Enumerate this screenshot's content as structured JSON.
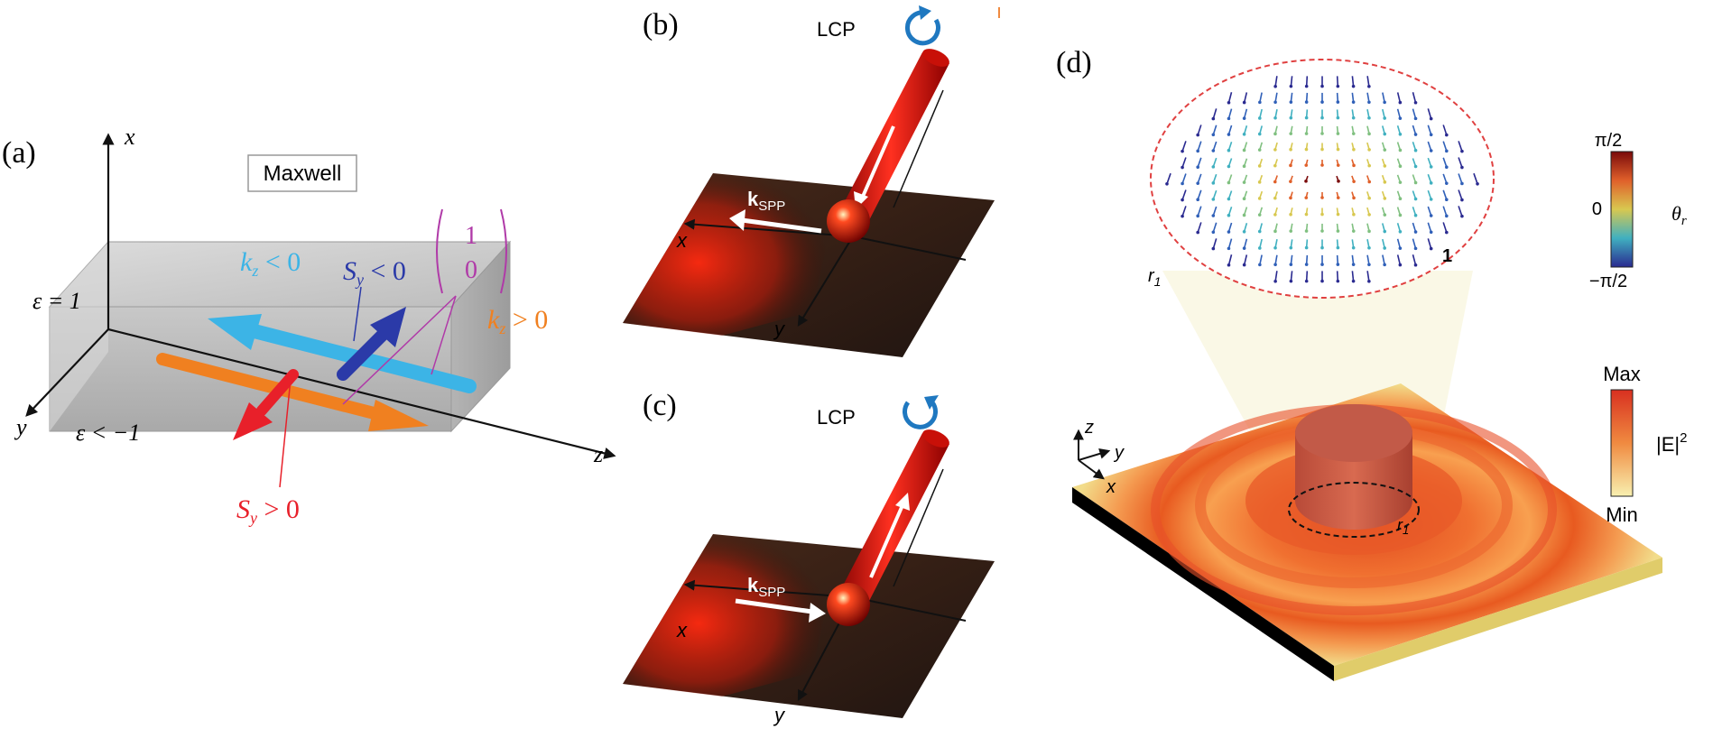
{
  "panels": {
    "a": {
      "label": "(a)",
      "box_label": "Maxwell",
      "axis_x": "x",
      "axis_y": "y",
      "axis_z": "z",
      "eps_top": "ε = 1",
      "eps_bottom": "ε < −1",
      "kz_neg": "k",
      "kz_neg_sub": "z",
      "kz_neg_rel": " < 0",
      "sy_neg": "S",
      "sy_neg_sub": "y",
      "sy_neg_rel": " < 0",
      "kz_pos": "k",
      "kz_pos_sub": "z",
      "kz_pos_rel": " > 0",
      "sy_pos": "S",
      "sy_pos_sub": "y",
      "sy_pos_rel": " > 0",
      "vector_top": "1",
      "vector_bottom": "0"
    },
    "b": {
      "label": "(b)",
      "polarization": "LCP",
      "k_label": "k",
      "k_sub": "SPP",
      "axis_x": "x",
      "axis_y": "y"
    },
    "c": {
      "label": "(c)",
      "polarization": "LCP",
      "k_label": "k",
      "k_sub": "SPP",
      "axis_x": "x",
      "axis_y": "y"
    },
    "d": {
      "label": "(d)",
      "r1_label": "r",
      "r1_sub": "1",
      "r1_marker": "1",
      "r_label": "r",
      "r_sub": "1",
      "axis_x": "x",
      "axis_y": "y",
      "axis_z": "z",
      "theta_symbol": "θ",
      "theta_sub": "r",
      "theta_max": "π/2",
      "theta_mid": "0",
      "theta_min": "−π/2",
      "e_max": "Max",
      "e_min": "Min",
      "e_symbol": "|E|",
      "e_exp": "2"
    }
  },
  "colors": {
    "kz_neg": "#3cb4e6",
    "sy_neg": "#2b3aa8",
    "kz_pos": "#f08020",
    "sy_pos": "#e8202a",
    "vector": "#b03aa8",
    "lcp_arrow": "#1f78c0",
    "field_red": "#e8241c",
    "substrate": "#f2dc8a"
  },
  "icons": {
    "lcp_b": "circular-arrow-icon",
    "lcp_c": "circular-arrow-icon"
  }
}
